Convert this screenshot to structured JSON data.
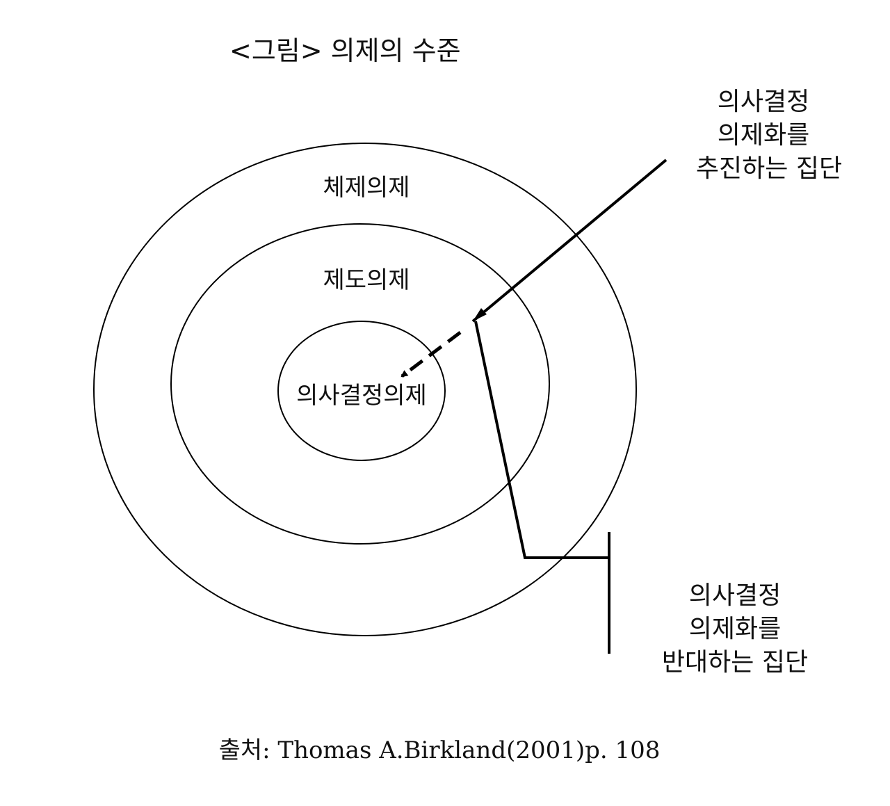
{
  "title": "<그림> 의제의 수준",
  "levels": {
    "outer": "체제의제",
    "middle": "제도의제",
    "inner": "의사결정의제"
  },
  "pushing_group": {
    "line1": "의사결정",
    "line2": "의제화를",
    "line3": "추진하는 집단"
  },
  "opposing_group": {
    "line1": "의사결정",
    "line2": "의제화를",
    "line3": "반대하는 집단"
  },
  "source": "출처: Thomas A.Birkland(2001)p. 108"
}
